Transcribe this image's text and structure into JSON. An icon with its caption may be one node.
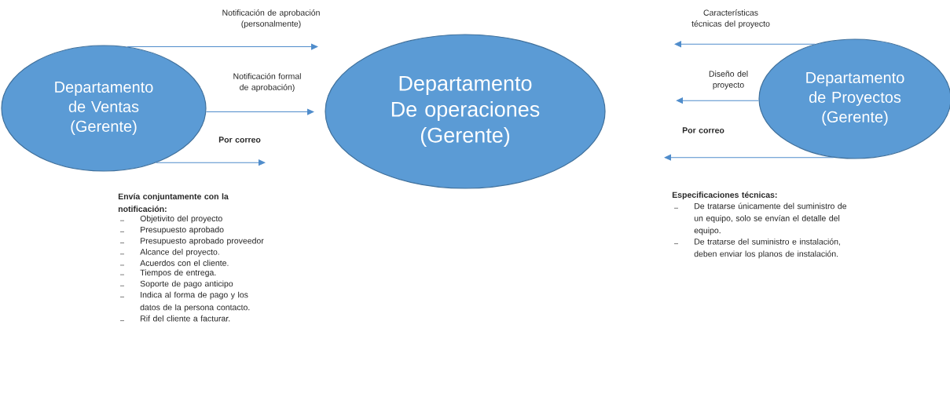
{
  "diagram": {
    "nodes": [
      {
        "text": [
          "Departamento de Ventas (Gerente)"
        ]
      },
      {
        "text": [
          "Departamento De operaciones (Gerente)"
        ]
      },
      {
        "text": [
          "Departamento de Proyectos (Gerente)"
        ]
      }
    ],
    "edges": [
      {
        "from": 0,
        "to": null,
        "arrow": "to",
        "label": "Notificación de aprobación (personalmente)"
      },
      {
        "from": 0,
        "to": null,
        "arrow": "to",
        "label": "Notificación formal de aprobación)"
      },
      {
        "from": 0,
        "to": null,
        "arrow": "to",
        "label": "Por correo"
      },
      {
        "from": 2,
        "to": null,
        "arrow": "to",
        "label": "Características técnicas del proyecto"
      },
      {
        "from": 2,
        "to": null,
        "arrow": "to",
        "label": "Diseño del proyecto"
      },
      {
        "from": 2,
        "to": null,
        "arrow": "to",
        "label": "Por correo"
      }
    ],
    "labels": [
      "Envía conjuntamente con la notificación:",
      "Objetivito del proyecto",
      "Presupuesto aprobado",
      "Presupuesto aprobado proveedor",
      "Alcance del proyecto.",
      "Acuerdos con el cliente.",
      "Tiempos de entrega.",
      "Soporte de pago anticipo",
      "Indica al forma de pago y los datos de la persona contacto.",
      "Rif del cliente a facturar.",
      "Especificaciones técnicas:",
      "De tratarse únicamente del suministro de un equipo, solo se envían el detalle del equipo.",
      "De tratarse del suministro e instalación, deben enviar los planos de instalación."
    ]
  }
}
